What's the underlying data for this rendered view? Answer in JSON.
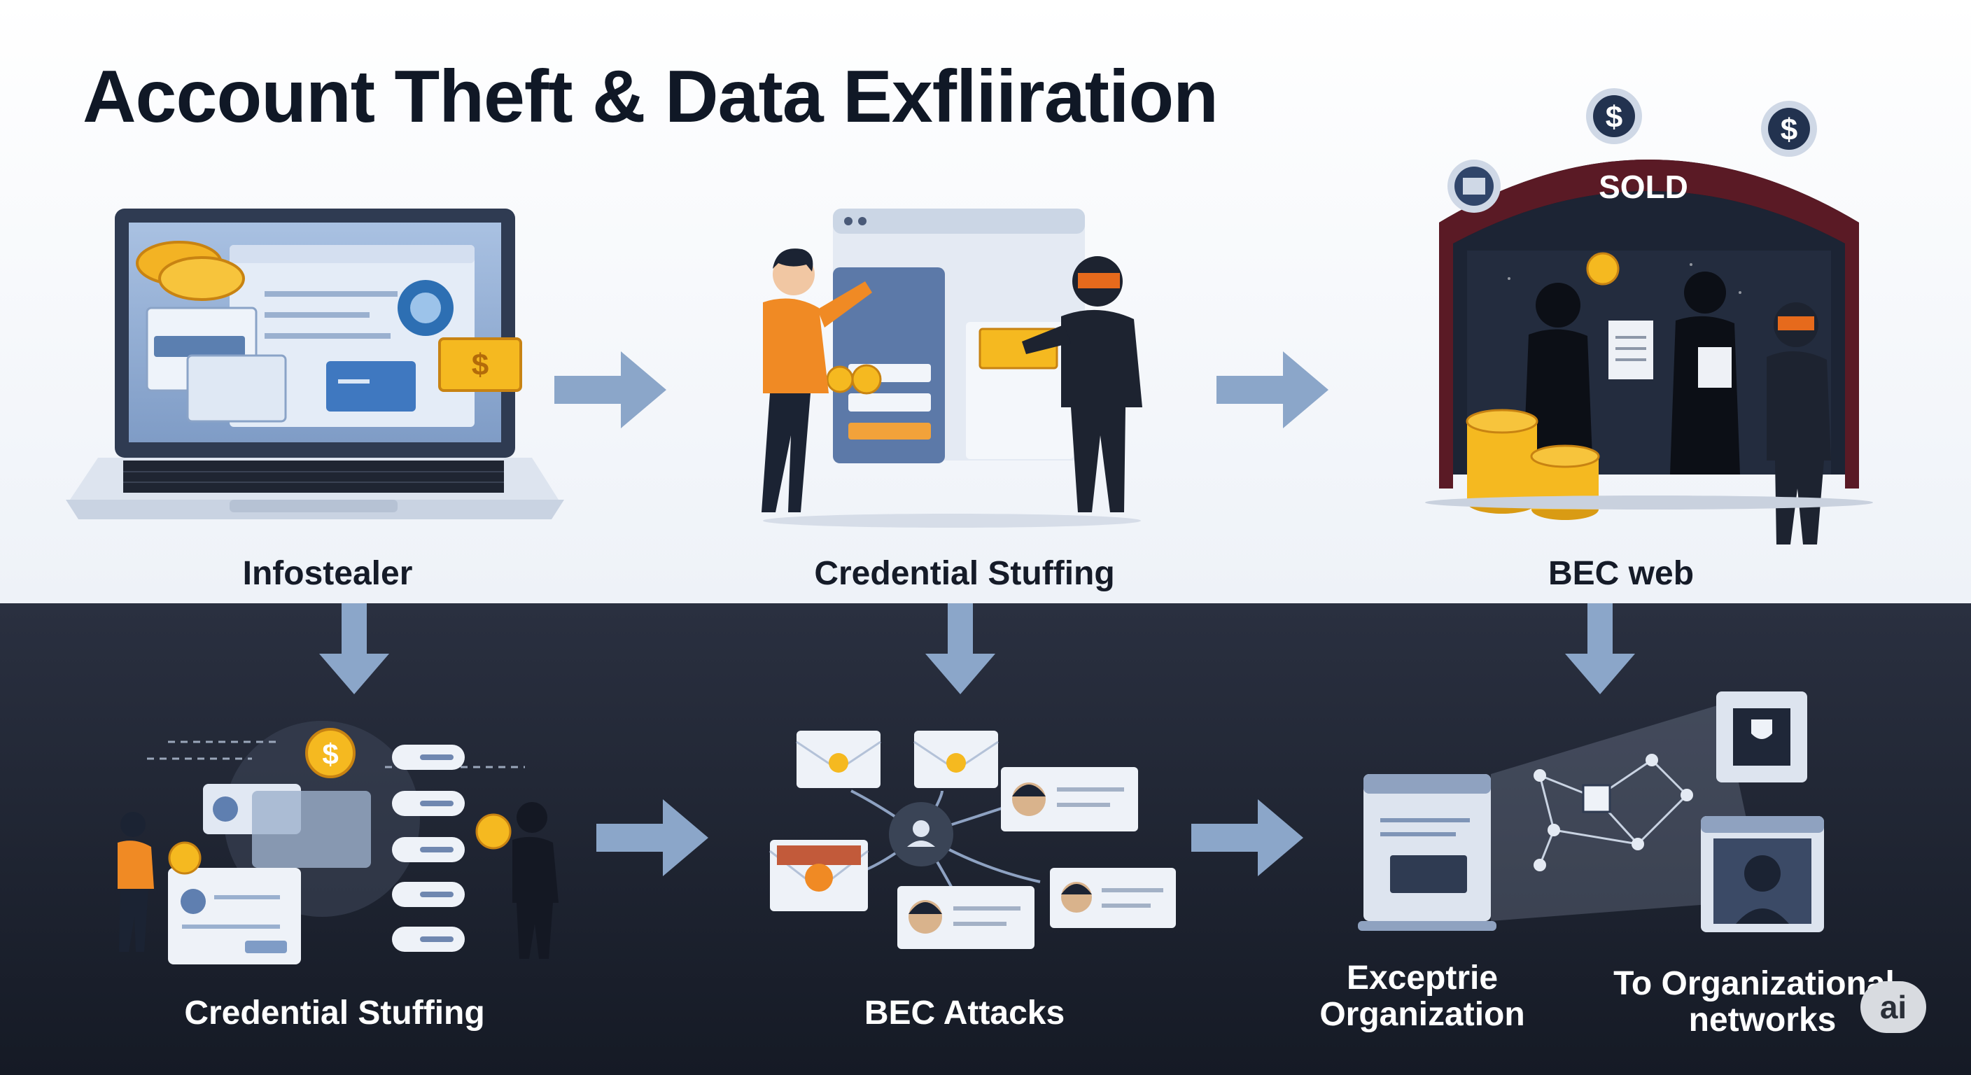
{
  "title": "Account Theft & Data Exfliiration",
  "stages": {
    "infostealer": "Infostealer",
    "credential_stuffing_top": "Credential Stuffing",
    "bec_web": "BEC web",
    "credential_stuffing_bottom": "Credential Stuffing",
    "bec_attacks": "BEC Attacks",
    "exceptrie_line1": "Exceptrie",
    "exceptrie_line2": "Organization",
    "org_networks_line1": "To Organizational",
    "org_networks_line2": "networks"
  },
  "sold_sign": "SOLD",
  "badge": "ai",
  "colors": {
    "accent_orange": "#f08a24",
    "coin_gold": "#f5b920",
    "arrow_blue": "#8ba6c9",
    "navy": "#1c2638",
    "dark_panel": "#1b202c"
  }
}
